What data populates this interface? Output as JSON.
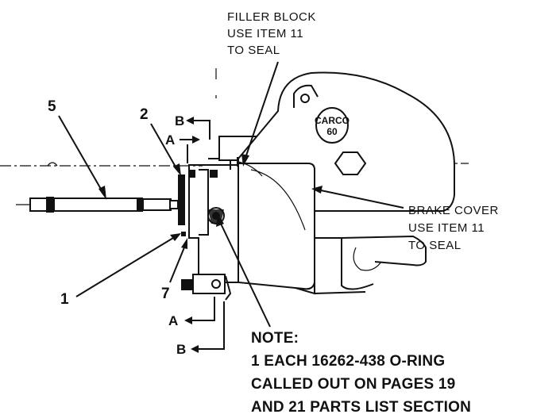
{
  "callouts": {
    "filler_block": [
      "FILLER BLOCK",
      "USE ITEM 11",
      "TO SEAL"
    ],
    "brake_cover": [
      "BRAKE COVER",
      "USE ITEM 11",
      "TO SEAL"
    ],
    "item_5": "5",
    "item_2": "2",
    "item_1": "1",
    "item_7": "7"
  },
  "section_markers": {
    "a_top": "A",
    "b_top": "B",
    "a_bottom": "A",
    "b_bottom": "B"
  },
  "logo": {
    "brand": "CARCO",
    "model": "60"
  },
  "note": {
    "heading": "NOTE:",
    "lines": [
      "1 EACH 16262-438 O-RING",
      "CALLED OUT ON PAGES 19",
      "AND 21 PARTS LIST SECTION"
    ]
  }
}
